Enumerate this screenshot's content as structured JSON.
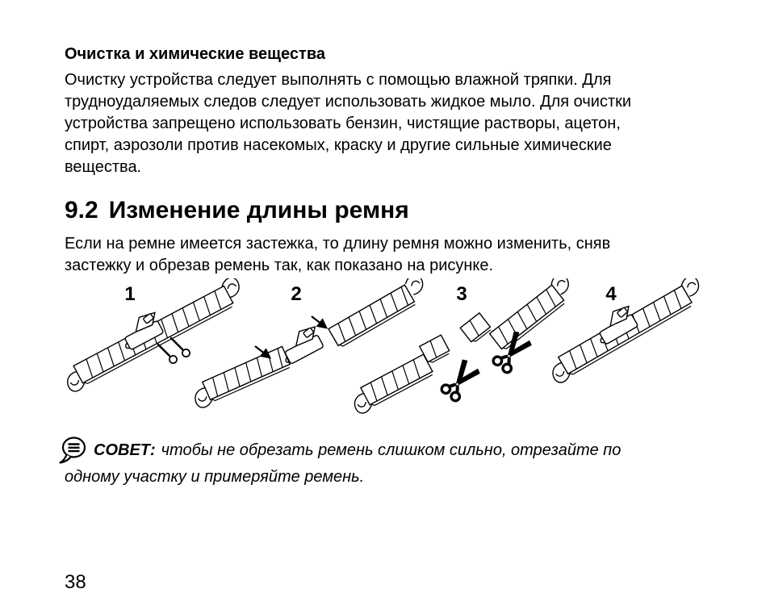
{
  "page": {
    "background": "#ffffff",
    "text_color": "#000000",
    "number": "38"
  },
  "cleaning_section": {
    "heading": "Очистка и химические вещества",
    "paragraph_lines": [
      "Очистку устройства следует выполнять с помощью влажной тряпки. Для",
      "трудноудаляемых следов следует использовать жидкое мыло. Для очистки",
      "устройства запрещено использовать бензин, чистящие растворы, ацетон,",
      "спирт, аэрозоли против насекомых, краску и другие сильные химические",
      "вещества."
    ]
  },
  "strap_section": {
    "number": "9.2",
    "title": "Изменение длины ремня",
    "paragraph_lines": [
      "Если на ремне имеется застежка, то длину ремня можно изменить, сняв",
      "застежку и обрезав ремень так, как показано на рисунке."
    ],
    "figure": {
      "step_labels": [
        "1",
        "2",
        "3",
        "4"
      ],
      "icon_names": [
        "strap-with-clasp-and-pins",
        "strap-halves-with-clasp-removed",
        "strap-cutting-with-scissors",
        "strap-reassembled"
      ]
    }
  },
  "tip": {
    "icon": "note-bubble-icon",
    "label": "СОВЕТ:",
    "lines": [
      "чтобы не обрезать ремень слишком сильно, отрезайте по",
      "одному участку и примеряйте ремень."
    ]
  }
}
